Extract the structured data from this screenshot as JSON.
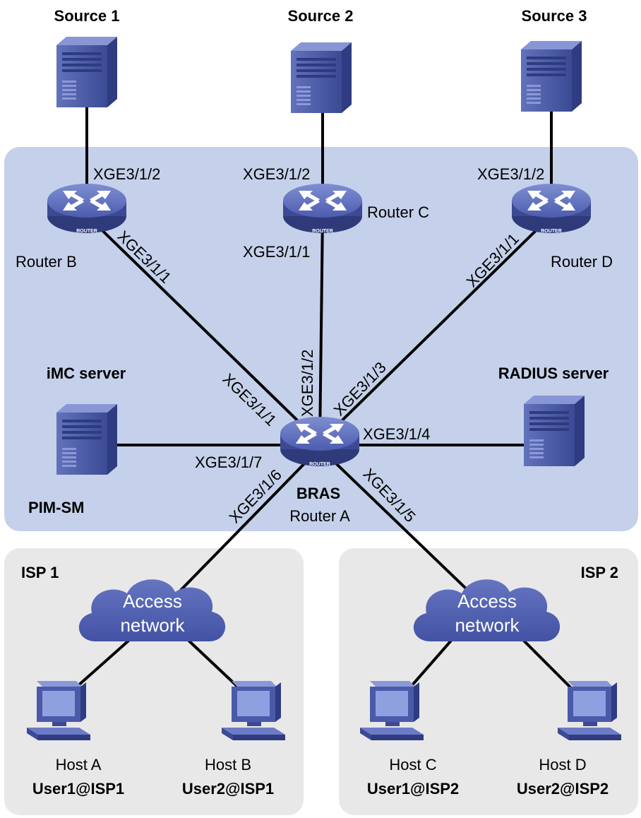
{
  "regions": {
    "pim": "PIM-SM",
    "isp1": "ISP 1",
    "isp2": "ISP 2"
  },
  "sources": {
    "s1": "Source 1",
    "s2": "Source 2",
    "s3": "Source 3"
  },
  "servers": {
    "imc": "iMC server",
    "radius": "RADIUS server"
  },
  "routers": {
    "b": "Router B",
    "c": "Router C",
    "d": "Router D",
    "a_role": "BRAS",
    "a": "Router A",
    "badge": "ROUTER"
  },
  "ports": {
    "b_up": "XGE3/1/2",
    "b_down": "XGE3/1/1",
    "c_up": "XGE3/1/2",
    "c_down": "XGE3/1/1",
    "d_up": "XGE3/1/2",
    "d_down": "XGE3/1/1",
    "a_1": "XGE3/1/1",
    "a_2": "XGE3/1/2",
    "a_3": "XGE3/1/3",
    "a_4": "XGE3/1/4",
    "a_5": "XGE3/1/5",
    "a_6": "XGE3/1/6",
    "a_7": "XGE3/1/7"
  },
  "clouds": {
    "line1": "Access",
    "line2": "network"
  },
  "hosts": {
    "a_name": "Host A",
    "a_user": "User1@ISP1",
    "b_name": "Host B",
    "b_user": "User2@ISP1",
    "c_name": "Host C",
    "c_user": "User1@ISP2",
    "d_name": "Host D",
    "d_user": "User2@ISP2"
  },
  "colors": {
    "pim_region": "#c5d1ea",
    "isp_region": "#e9e8e8",
    "device": "#4f5fa8",
    "device_dark": "#2f3a7a",
    "link": "#000000"
  }
}
